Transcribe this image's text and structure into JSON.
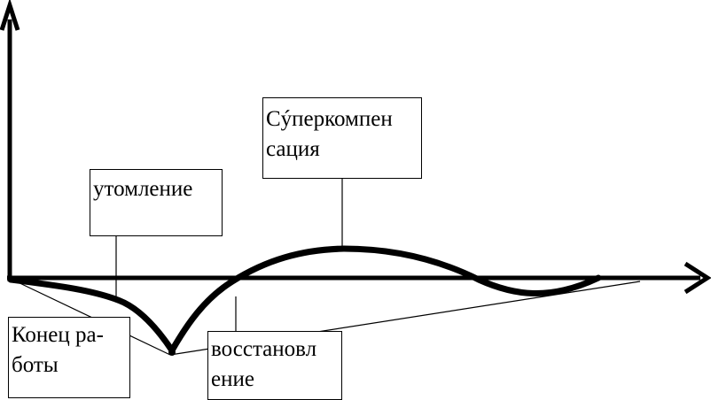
{
  "labels": {
    "fatigue": "утомление",
    "supercompensation_line1": "Сýперкомпен",
    "supercompensation_line2": "сация",
    "end_of_work_line1": "Конец ра-",
    "end_of_work_line2": "боты",
    "recovery_line1": "восстановл",
    "recovery_line2": "ение"
  },
  "colors": {
    "ink": "#000000",
    "background": "#ffffff"
  }
}
